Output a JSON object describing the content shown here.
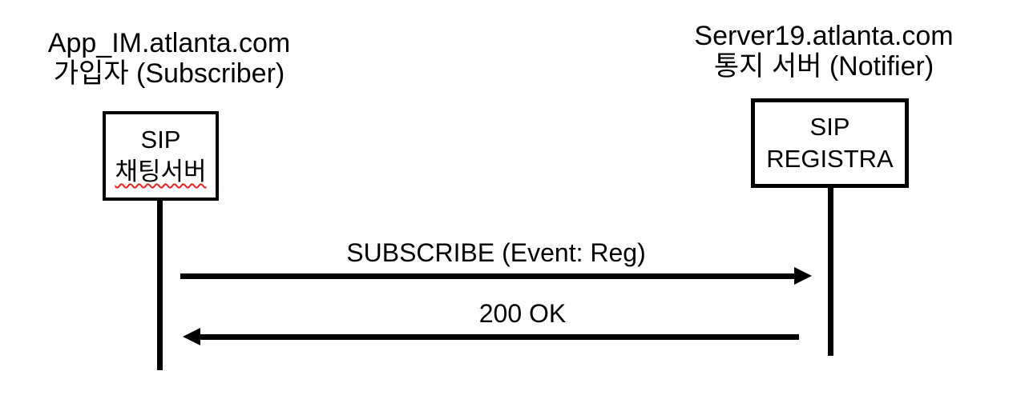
{
  "diagram_type": "sip-sequence-diagram",
  "colors": {
    "ink": "#000000",
    "background": "#ffffff",
    "spellcheck_underline": "#f02020"
  },
  "actors": {
    "left": {
      "host": "App_IM.atlanta.com",
      "role": "가입자 (Subscriber)",
      "box_line1": "SIP",
      "box_line2": "채팅서버",
      "box_line2_spellcheck": true
    },
    "right": {
      "host": "Server19.atlanta.com",
      "role": "통지 서버 (Notifier)",
      "box_line1": "SIP",
      "box_line2": "REGISTRA"
    }
  },
  "messages": [
    {
      "label": "SUBSCRIBE (Event: Reg)",
      "from": "left",
      "to": "right",
      "direction": "right"
    },
    {
      "label": "200 OK",
      "from": "right",
      "to": "left",
      "direction": "left"
    }
  ]
}
